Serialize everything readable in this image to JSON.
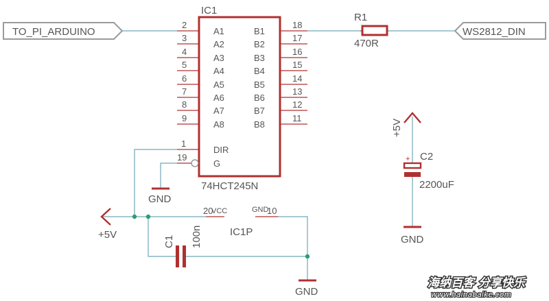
{
  "ic1": {
    "ref": "IC1",
    "value": "74HCT245N",
    "left_pins": [
      {
        "num": "2",
        "name": "A1"
      },
      {
        "num": "3",
        "name": "A2"
      },
      {
        "num": "4",
        "name": "A3"
      },
      {
        "num": "5",
        "name": "A4"
      },
      {
        "num": "6",
        "name": "A5"
      },
      {
        "num": "7",
        "name": "A6"
      },
      {
        "num": "8",
        "name": "A7"
      },
      {
        "num": "9",
        "name": "A8"
      }
    ],
    "right_pins": [
      {
        "num": "18",
        "name": "B1"
      },
      {
        "num": "17",
        "name": "B2"
      },
      {
        "num": "16",
        "name": "B3"
      },
      {
        "num": "15",
        "name": "B4"
      },
      {
        "num": "14",
        "name": "B5"
      },
      {
        "num": "13",
        "name": "B6"
      },
      {
        "num": "12",
        "name": "B7"
      },
      {
        "num": "11",
        "name": "B8"
      }
    ],
    "dir_pin": {
      "num": "1",
      "name": "DIR"
    },
    "g_pin": {
      "num": "19",
      "name": "G"
    }
  },
  "ic1p": {
    "ref": "IC1P",
    "vcc_num": "20",
    "vcc_name": "VCC",
    "gnd_name": "GND",
    "gnd_num": "10"
  },
  "ports": {
    "left": "TO_PI_ARDUINO",
    "right": "WS2812_DIN"
  },
  "r1": {
    "ref": "R1",
    "value": "470R"
  },
  "c1": {
    "ref": "C1",
    "value": "100n"
  },
  "c2": {
    "ref": "C2",
    "value": "2200uF",
    "polarity": "+"
  },
  "power": {
    "plus5v_left": "+5V",
    "plus5v_c2": "+5V",
    "gnd_g": "GND",
    "gnd_bottom": "GND",
    "gnd_c2": "GND"
  },
  "watermark": {
    "text": "海纳百客 分享快乐",
    "url": "www.hainabaike.com"
  },
  "colors": {
    "wire": "#6fa8b8",
    "symbol": "#b03030",
    "pin": "#b03030",
    "text": "#555555",
    "junction": "#2aa070"
  }
}
